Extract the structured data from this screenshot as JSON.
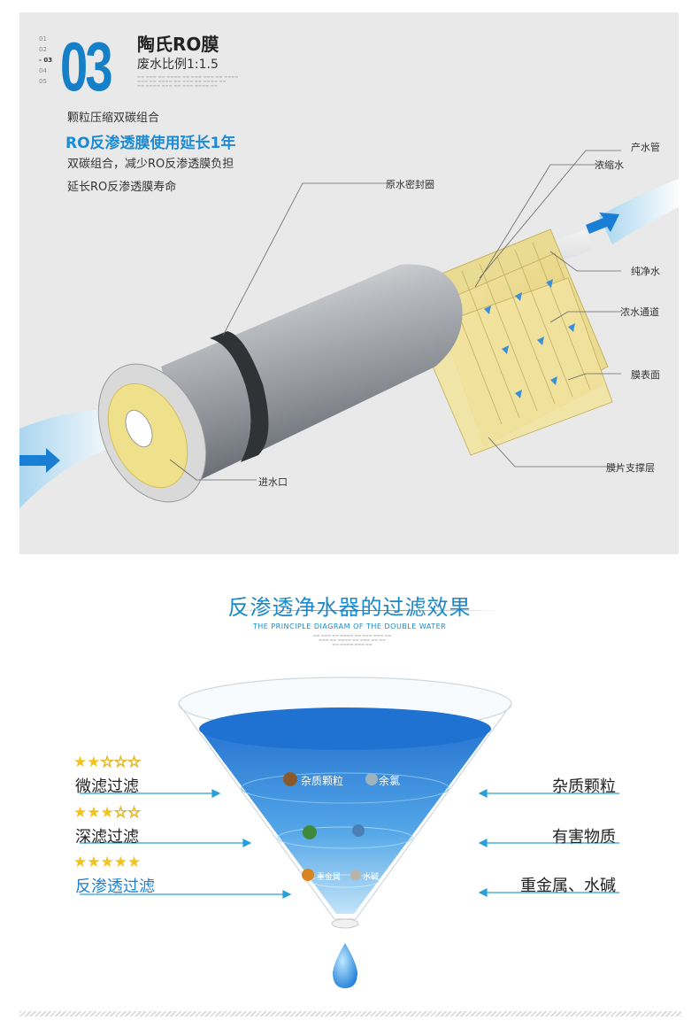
{
  "header": {
    "steps": [
      "01",
      "02",
      "03",
      "04",
      "05"
    ],
    "number": "03",
    "title": "陶氏RO膜",
    "subtitle": "废水比例1:1.5"
  },
  "intro": {
    "line1": "颗粒压缩双碳组合",
    "highlight": "RO反渗透膜使用延长1年",
    "line2": "双碳组合，减少RO反渗透膜负担",
    "line3": "延长RO反渗透膜寿命"
  },
  "diagram_labels": {
    "product_pipe": "产水管",
    "concentrate": "浓缩水",
    "raw_seal": "原水密封圈",
    "pure_water": "纯净水",
    "concentrate_channel": "浓水通道",
    "membrane_surface": "膜表面",
    "support_layer": "膜片支撑层",
    "inlet": "进水口"
  },
  "filter_section": {
    "title": "反渗透净水器的过滤效果",
    "subtitle": "THE PRINCIPLE DIAGRAM OF THE DOUBLE WATER",
    "levels": [
      {
        "stars": "★★",
        "empty": "☆☆☆",
        "name": "微滤过滤",
        "result": "杂质颗粒"
      },
      {
        "stars": "★★★",
        "empty": "☆☆",
        "name": "深滤过滤",
        "result": "有害物质"
      },
      {
        "stars": "★★★★★",
        "empty": "",
        "name": "反渗透过滤",
        "result": "重金属、水碱"
      }
    ],
    "cone_labels": {
      "impurity": "杂质颗粒",
      "chlorine": "余氯",
      "heavy_metal": "重金属",
      "scale": "水碱"
    }
  },
  "colors": {
    "accent": "#1580c8",
    "highlight": "#1b8bd4",
    "star": "#f2c21d",
    "panel": "#e9e9ea"
  }
}
